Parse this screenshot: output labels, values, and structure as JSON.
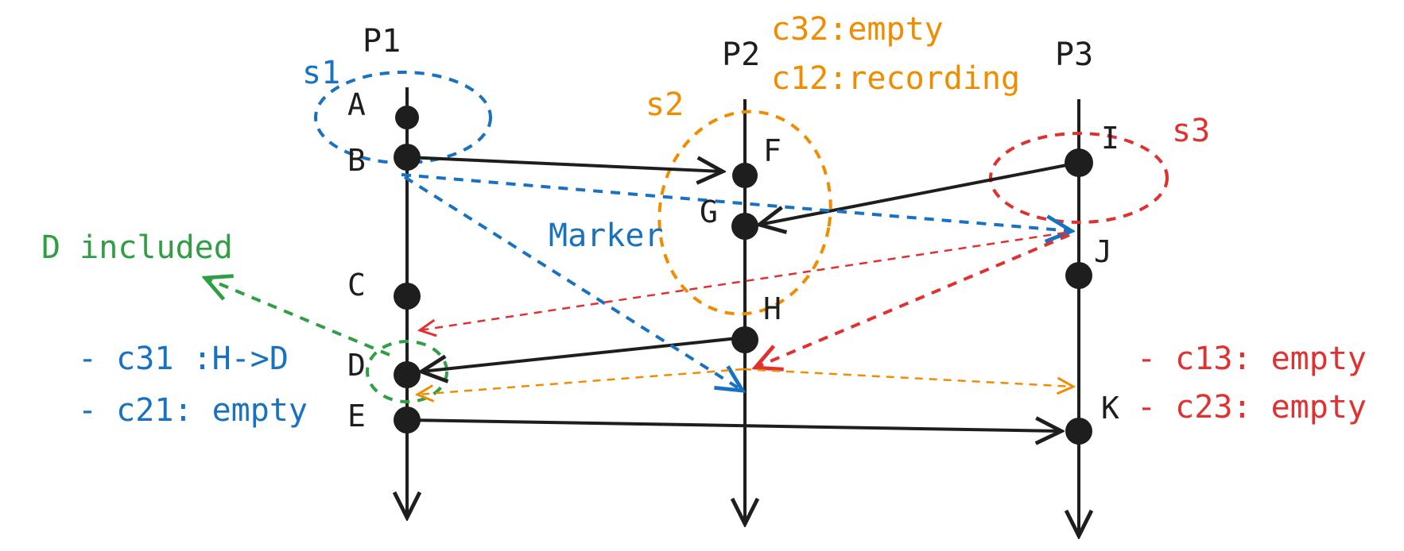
{
  "colors": {
    "ink": "#1e1e1e",
    "blue": "#1971c2",
    "orange": "#f08c00",
    "red": "#e03131",
    "green": "#2f9e44"
  },
  "processes": [
    "P1",
    "P2",
    "P3"
  ],
  "events": {
    "A": "A",
    "B": "B",
    "C": "C",
    "D": "D",
    "E": "E",
    "F": "F",
    "G": "G",
    "H": "H",
    "I": "I",
    "J": "J",
    "K": "K"
  },
  "snapshots": {
    "s1": "s1",
    "s2": "s2",
    "s3": "s3"
  },
  "marker_label": "Marker",
  "notes": {
    "p2": [
      "c32:empty",
      "c12:recording"
    ],
    "p1": [
      "- c31 :H->D",
      "- c21: empty"
    ],
    "p3": [
      "- c13: empty",
      "- c23: empty"
    ],
    "included": "D included"
  }
}
